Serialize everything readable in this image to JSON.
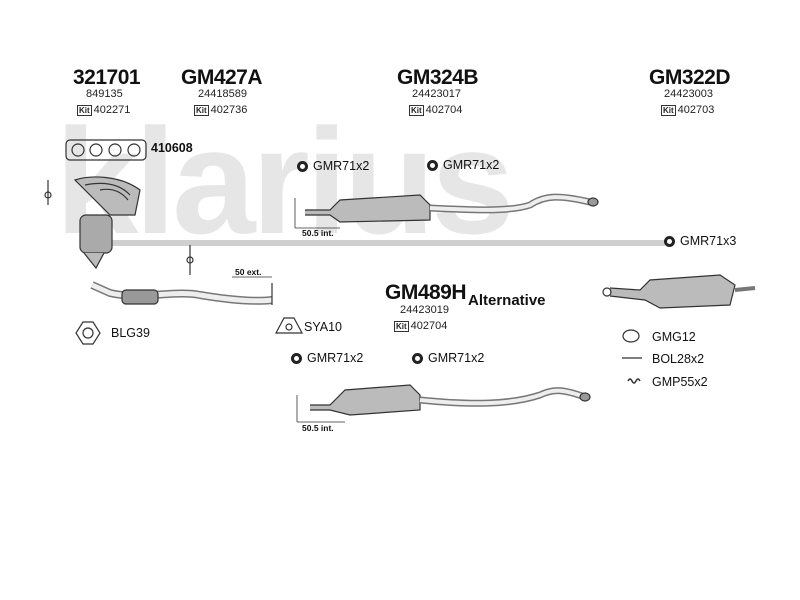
{
  "watermark": "klarius",
  "top_parts": [
    {
      "code": "321701",
      "ref": "849135",
      "kit": "402271"
    },
    {
      "code": "GM427A",
      "ref": "24418589",
      "kit": "402736"
    },
    {
      "code": "GM324B",
      "ref": "24423017",
      "kit": "402704"
    },
    {
      "code": "GM322D",
      "ref": "24423003",
      "kit": "402703"
    }
  ],
  "kit_badge": "Kit",
  "gasket_label": "410608",
  "clamps": {
    "c1": "GMR71x2",
    "c2": "GMR71x2",
    "c3": "GMR71x3",
    "c4": "GMR71x2",
    "c5": "GMR71x2"
  },
  "dimensions": {
    "upper_pipe": "50.5 int.",
    "front_pipe": "50 ext.",
    "lower_pipe": "50.5 int."
  },
  "alt_part": {
    "code": "GM489H",
    "label": "Alternative",
    "ref": "24423019",
    "kit": "402704"
  },
  "misc": {
    "blg": "BLG39",
    "sya": "SYA10",
    "gmg": "GMG12",
    "bol": "BOL28x2",
    "gmp": "GMP55x2"
  }
}
